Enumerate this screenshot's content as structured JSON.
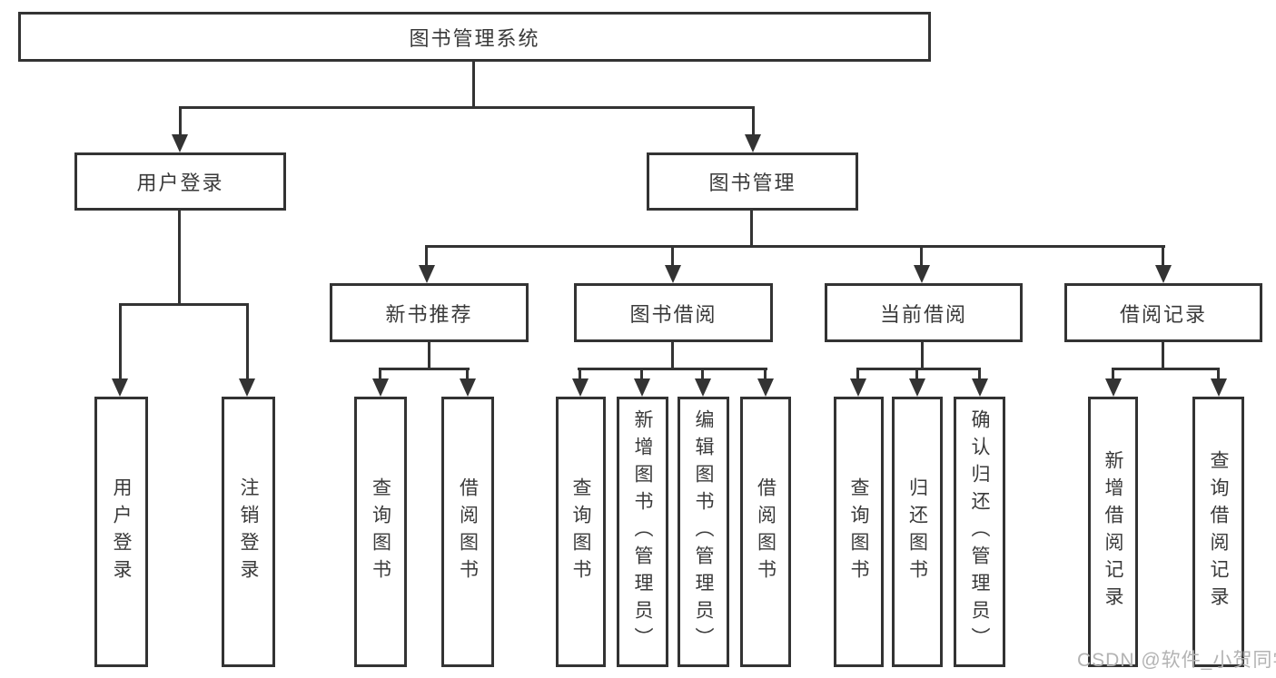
{
  "diagram": {
    "root": {
      "label": "图书管理系统"
    },
    "level2": [
      {
        "label": "用户登录"
      },
      {
        "label": "图书管理"
      }
    ],
    "level3": [
      {
        "label": "新书推荐"
      },
      {
        "label": "图书借阅"
      },
      {
        "label": "当前借阅"
      },
      {
        "label": "借阅记录"
      }
    ],
    "leaves": [
      {
        "label": "用户登录"
      },
      {
        "label": "注销登录"
      },
      {
        "label": "查询图书"
      },
      {
        "label": "借阅图书"
      },
      {
        "label": "查询图书"
      },
      {
        "label": "新增图书（管理员）"
      },
      {
        "label": "编辑图书（管理员）"
      },
      {
        "label": "借阅图书"
      },
      {
        "label": "查询图书"
      },
      {
        "label": "归还图书"
      },
      {
        "label": "确认归还（管理员）"
      },
      {
        "label": "新增借阅记录"
      },
      {
        "label": "查询借阅记录"
      }
    ],
    "watermark": {
      "text": "CSDN @软件_小贺同学",
      "color": "#b3b3b3"
    },
    "colors": {
      "line": "#333333",
      "border": "#333333",
      "text": "#3a3a3a",
      "background": "#ffffff"
    }
  }
}
